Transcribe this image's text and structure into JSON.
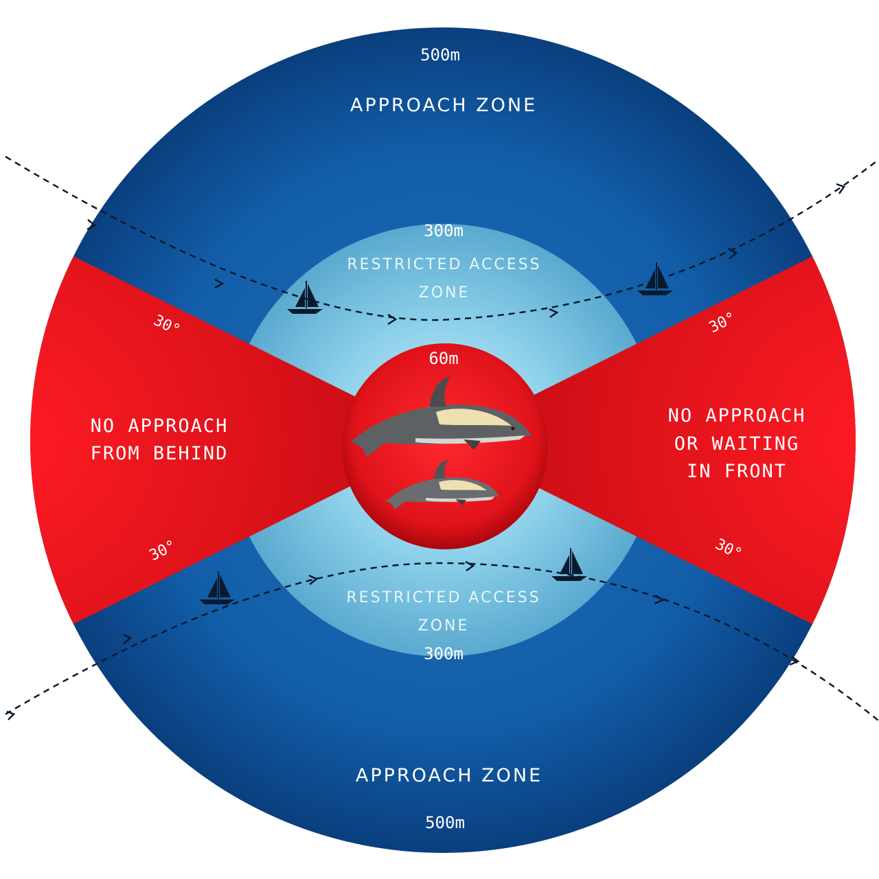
{
  "outer_zone": {
    "radius_top": "500m",
    "label_top": "APPROACH ZONE",
    "label_bottom": "APPROACH ZONE",
    "radius_bottom": "500m"
  },
  "restricted_zone": {
    "radius_top": "300m",
    "label_top_line1": "RESTRICTED ACCESS",
    "label_top_line2": "ZONE",
    "label_bottom_line1": "RESTRICTED ACCESS",
    "label_bottom_line2": "ZONE",
    "radius_bottom": "300m"
  },
  "inner_zone": {
    "radius": "60m"
  },
  "left_sector": {
    "line1": "NO APPROACH",
    "line2": "FROM BEHIND",
    "angle_top": "30°",
    "angle_bottom": "30°"
  },
  "right_sector": {
    "line1": "NO APPROACH",
    "line2": "OR WAITING",
    "line3": "IN FRONT",
    "angle_top": "30°",
    "angle_bottom": "30°"
  },
  "colors": {
    "approach_blue": "#0d4f93",
    "restricted_light": "#8fcbe2",
    "no_approach_red": "#e4121b",
    "path_dark": "#0a1a2e"
  },
  "icons": [
    "sailboat-icon",
    "dolphin-icon"
  ]
}
